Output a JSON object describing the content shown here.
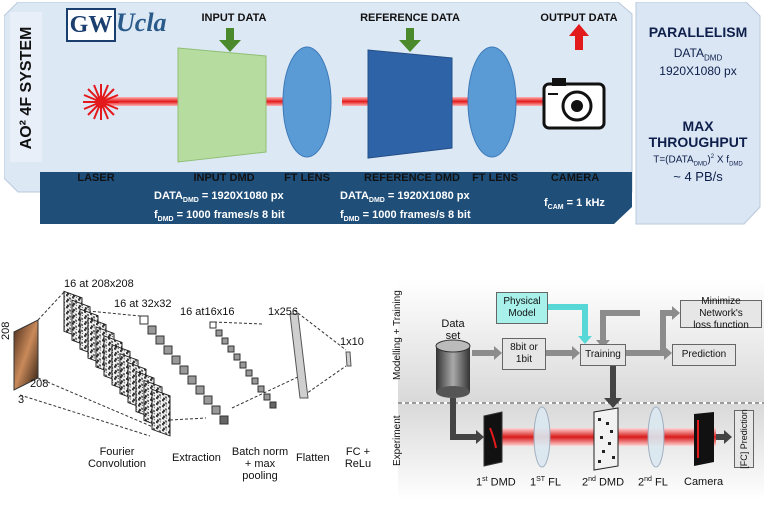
{
  "top": {
    "system_title": "AO² 4F SYSTEM",
    "logos": {
      "gw": "GW",
      "ucla": "Ucla"
    },
    "input_data": "INPUT DATA",
    "reference_data": "REFERENCE DATA",
    "output_data": "OUTPUT DATA",
    "laser": "LASER",
    "input_dmd": "INPUT DMD",
    "ft_lens_1": "FT LENS",
    "reference_dmd": "REFERENCE DMD",
    "ft_lens_2": "FT LENS",
    "camera": "CAMERA",
    "footer": {
      "input_line1": "DATA",
      "input_line1_sub": "DMD",
      "input_line1_val": " = 1920X1080 px",
      "input_line2": "f",
      "input_line2_sub": "DMD",
      "input_line2_val": " = 1000 frames/s 8 bit",
      "ref_line1": "DATA",
      "ref_line1_sub": "DMD",
      "ref_line1_val": " = 1920X1080 px",
      "ref_line2": "f",
      "ref_line2_sub": "DMD",
      "ref_line2_val": " = 1000 frames/s 8 bit",
      "cam": "f",
      "cam_sub": "CAM",
      "cam_val": " = 1 kHz"
    },
    "sidebar": {
      "parallelism": "PARALLELISM",
      "data": "DATA",
      "data_sub": "DMD",
      "resolution": "1920X1080 px",
      "max": "MAX",
      "throughput": "THROUGHPUT",
      "formula_a": "T=(DATA",
      "formula_sub": "DMD",
      "formula_b": ")",
      "formula_sup": "2",
      "formula_c": " X f",
      "formula_sub2": "DMD",
      "rate": "~ 4 PB/s"
    },
    "colors": {
      "panel": "#dfe9f6",
      "footer": "#1f4e79",
      "beam": "#e31a1c",
      "input_dmd": "#b7dca0",
      "ref_dmd": "#2e63a8",
      "lens": "#5b9bd5",
      "arrow_down": "#4a8a2c",
      "arrow_up": "#e31a1c"
    }
  },
  "cnn": {
    "input_h": "208",
    "input_w": "208",
    "input_c": "3",
    "l1": "16 at 208x208",
    "l2": "16 at 32x32",
    "l3": "16 at16x16",
    "l4": "1x256",
    "l5": "1x10",
    "cap_fourier_1": "Fourier",
    "cap_fourier_2": "Convolution",
    "cap_extraction": "Extraction",
    "cap_batch_1": "Batch norm",
    "cap_batch_2": "+ max",
    "cap_batch_3": "pooling",
    "cap_flatten": "Flatten",
    "cap_fc_1": "FC +",
    "cap_fc_2": "ReLu"
  },
  "flow": {
    "side_modelling": "Modelling + Training",
    "side_experiment": "Experiment",
    "dataset_1": "Data",
    "dataset_2": "set",
    "physical_1": "Physical",
    "physical_2": "Model",
    "minimize_1": "Minimize Network's",
    "minimize_2": "loss function",
    "bits_1": "8bit or",
    "bits_2": "1bit",
    "training": "Training",
    "prediction": "Prediction",
    "fc_pred_1": "[FC]",
    "fc_pred_2": "Prediction",
    "dmd1": "1",
    "dmd1_sup": "st",
    "dmd1_rest": " DMD",
    "fl1": "1",
    "fl1_sup": "ST",
    "fl1_rest": " FL",
    "dmd2": "2",
    "dmd2_sup": "nd",
    "dmd2_rest": " DMD",
    "fl2": "2",
    "fl2_sup": "nd",
    "fl2_rest": " FL",
    "camera": "Camera",
    "colors": {
      "physical_box": "#a8f0ea",
      "arrow": "#8c8c8c",
      "cyan_arrow": "#57d8d6"
    }
  }
}
